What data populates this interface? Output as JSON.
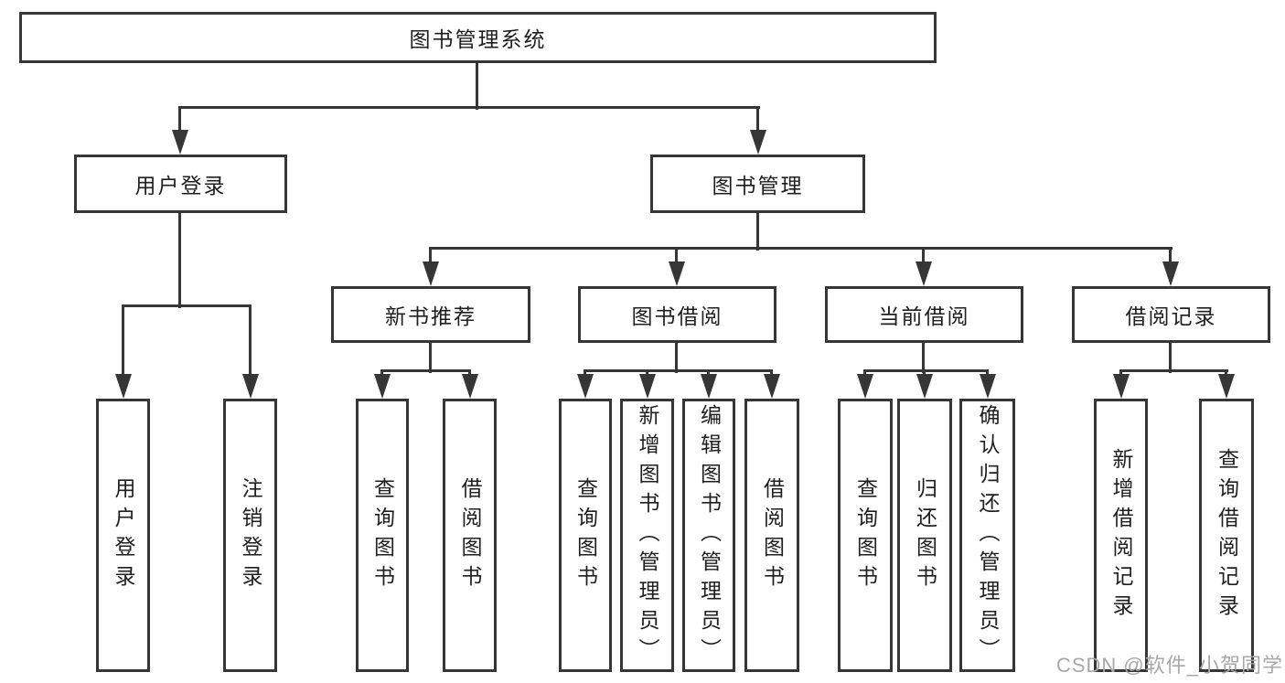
{
  "diagram": {
    "root_label": "图书管理系统",
    "branches": [
      {
        "label": "用户登录",
        "leaves": [
          "用户登录",
          "注销登录"
        ]
      },
      {
        "label": "图书管理",
        "groups": [
          {
            "label": "新书推荐",
            "leaves": [
              "查询图书",
              "借阅图书"
            ]
          },
          {
            "label": "图书借阅",
            "leaves": [
              "查询图书",
              "新增图书（管理员）",
              "编辑图书（管理员）",
              "借阅图书"
            ]
          },
          {
            "label": "当前借阅",
            "leaves": [
              "查询图书",
              "归还图书",
              "确认归还（管理员）"
            ]
          },
          {
            "label": "借阅记录",
            "leaves": [
              "新增借阅记录",
              "查询借阅记录"
            ]
          }
        ]
      }
    ]
  },
  "watermark": {
    "text": "CSDN @软件_小贺同学"
  },
  "colors": {
    "line": "#363636",
    "text": "#1f1f1f",
    "watermark": "#a8a8a8",
    "background": "#ffffff"
  }
}
